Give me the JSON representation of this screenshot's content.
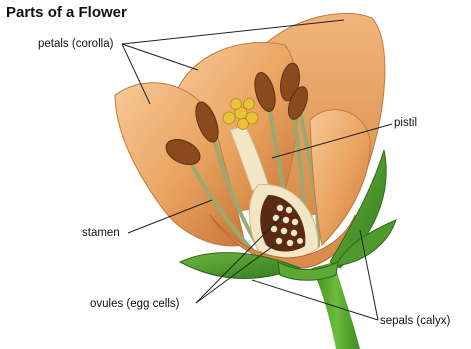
{
  "title": "Parts of a Flower",
  "labels": {
    "petals": "petals (corolla)",
    "pistil": "pistil",
    "stamen": "stamen",
    "ovules": "ovules (egg cells)",
    "sepals": "sepals (calyx)"
  },
  "colors": {
    "petal": "#e9a25e",
    "petal_light": "#f7c997",
    "petal_dark": "#b8682c",
    "anther": "#8a4a1e",
    "pollen": "#e8c23a",
    "filament": "#9aa970",
    "pistil_cream": "#f3e6c6",
    "ovary_dark": "#5a2a12",
    "ovule": "#f2e8c8",
    "sepal": "#3f8d2a",
    "stem": "#4f9a2e",
    "leader_line": "#222222"
  }
}
